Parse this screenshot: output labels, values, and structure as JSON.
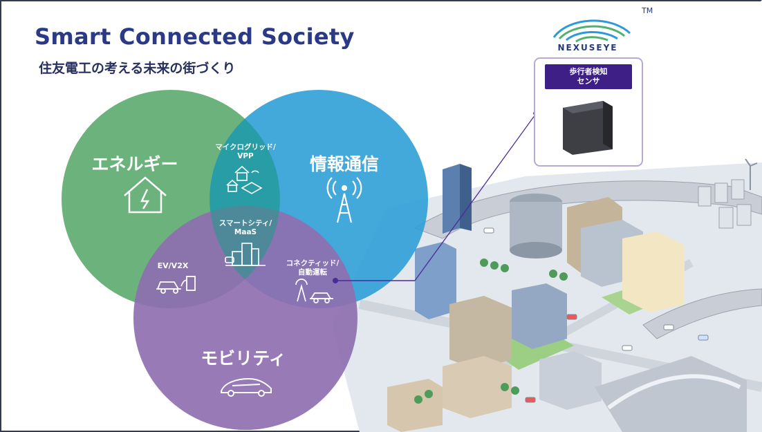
{
  "header": {
    "title": "Smart Connected Society",
    "subtitle": "住友電工の考える未来の街づくり"
  },
  "venn": {
    "circles": {
      "energy": {
        "label": "エネルギー",
        "color": "#5caa6e"
      },
      "ict": {
        "label": "情報通信",
        "color": "#2f9ed6"
      },
      "mobility": {
        "label": "モビリティ",
        "color": "#8e6fb0"
      }
    },
    "overlaps": {
      "energy_ict_line1": "マイクログリッド/",
      "energy_ict_line2": "VPP",
      "center_line1": "スマートシティ/",
      "center_line2": "MaaS",
      "energy_mobility": "EV/V2X",
      "ict_mobility_line1": "コネクティッド/",
      "ict_mobility_line2": "自動運転"
    }
  },
  "logo": {
    "name": "NEXUSEYE",
    "tm": "TM"
  },
  "sensor": {
    "label": "歩行者検知\nセンサ"
  },
  "colors": {
    "title": "#2a3a86",
    "sensor_label_bg": "#3d1f86",
    "connector": "#4b2a9a"
  }
}
